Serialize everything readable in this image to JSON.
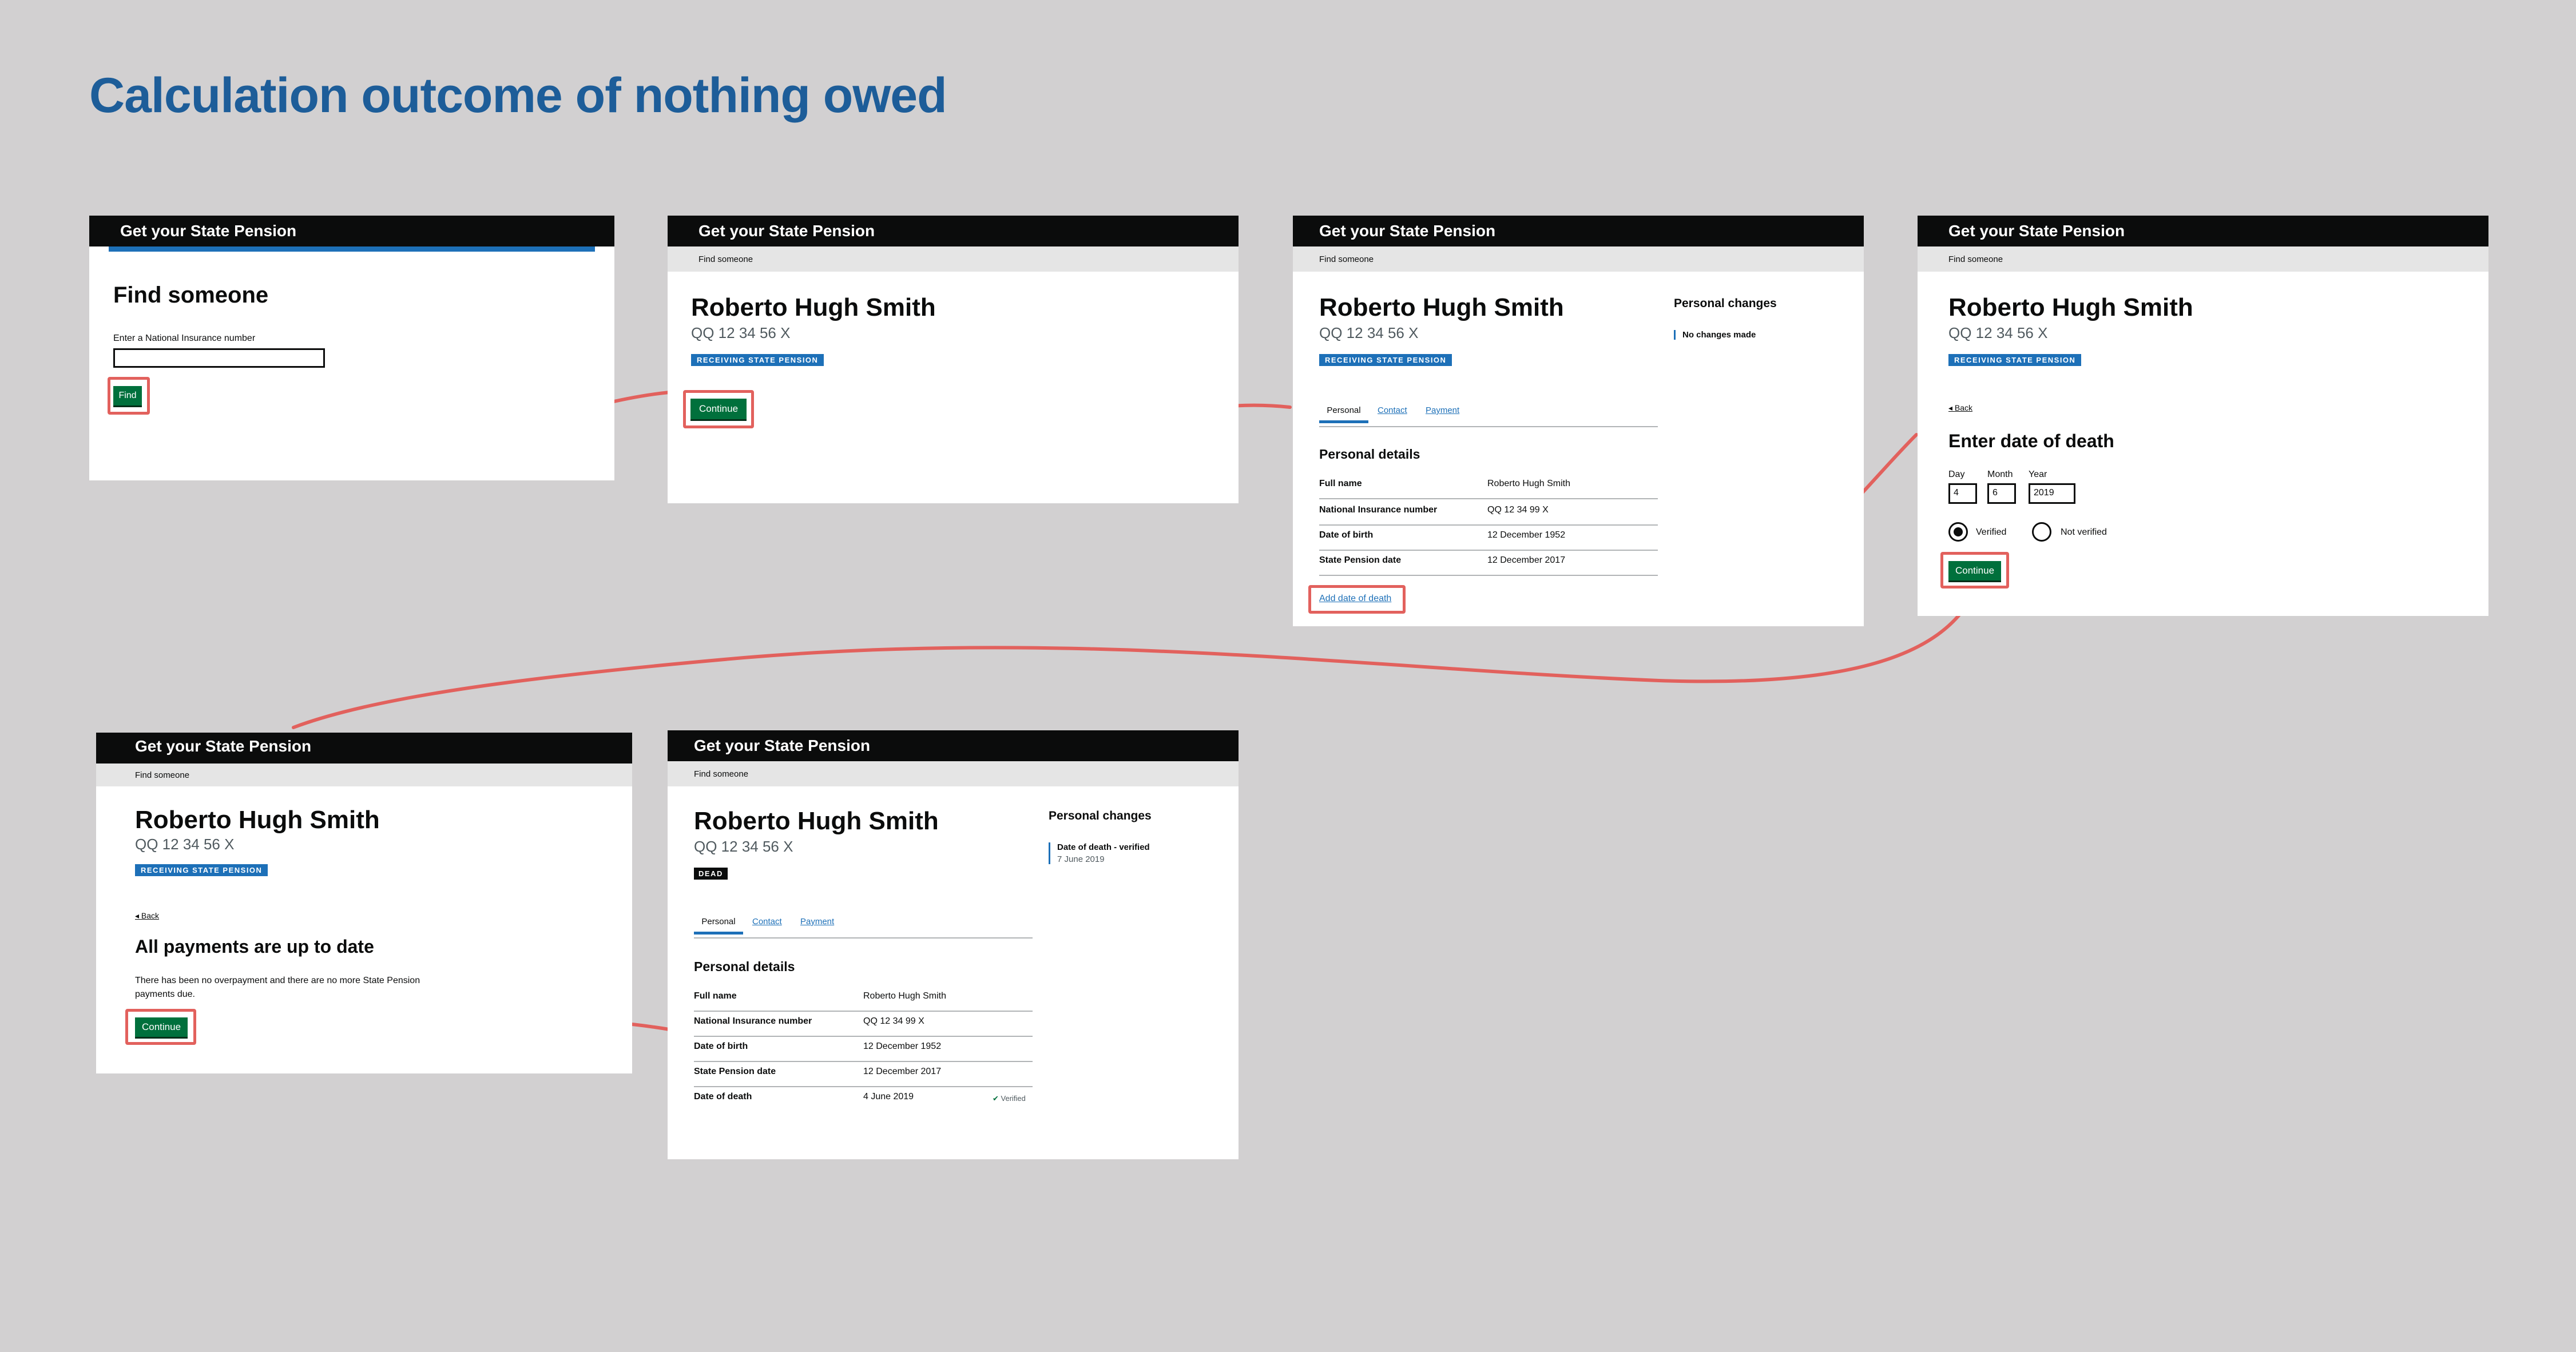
{
  "title": "Calculation outcome of nothing owed",
  "service_name": "Get your State Pension",
  "breadcrumb": "Find someone",
  "colors": {
    "background": "#d2d0d1",
    "title": "#1d5d99",
    "connector": "#e2615d",
    "govuk_blue": "#1d70b8",
    "govuk_green": "#00703c"
  },
  "person": {
    "name": "Roberto Hugh Smith",
    "nino": "QQ 12 34 56 X",
    "status_tag": "RECEIVING STATE PENSION",
    "dead_tag": "DEAD"
  },
  "screen1": {
    "heading": "Find someone",
    "field_label": "Enter a National Insurance number",
    "field_value": "",
    "button": "Find"
  },
  "screen2": {
    "button": "Continue"
  },
  "tabs": {
    "personal": "Personal",
    "contact": "Contact",
    "payment": "Payment"
  },
  "details_heading": "Personal details",
  "details": {
    "full_name_label": "Full name",
    "full_name": "Roberto Hugh Smith",
    "nino_label": "National Insurance number",
    "nino_value": "QQ 12 34 99 X",
    "dob_label": "Date of birth",
    "dob": "12 December 1952",
    "spd_label": "State Pension date",
    "spd": "12 December 2017",
    "dod_label": "Date of death",
    "dod": "4 June 2019",
    "dod_status": "Verified"
  },
  "changes": {
    "heading": "Personal changes",
    "none": "No changes made",
    "item_title": "Date of death - verified",
    "item_date": "7 June 2019"
  },
  "screen3": {
    "link": "Add date of death"
  },
  "screen4": {
    "back": "Back",
    "heading": "Enter date of death",
    "day_label": "Day",
    "day_value": "4",
    "month_label": "Month",
    "month_value": "6",
    "year_label": "Year",
    "year_value": "2019",
    "radio_verified": "Verified",
    "radio_not_verified": "Not verified",
    "button": "Continue"
  },
  "screen5": {
    "back": "Back",
    "heading": "All payments are up to date",
    "body": "There has been no overpayment and there are no more State Pension payments due.",
    "button": "Continue"
  }
}
